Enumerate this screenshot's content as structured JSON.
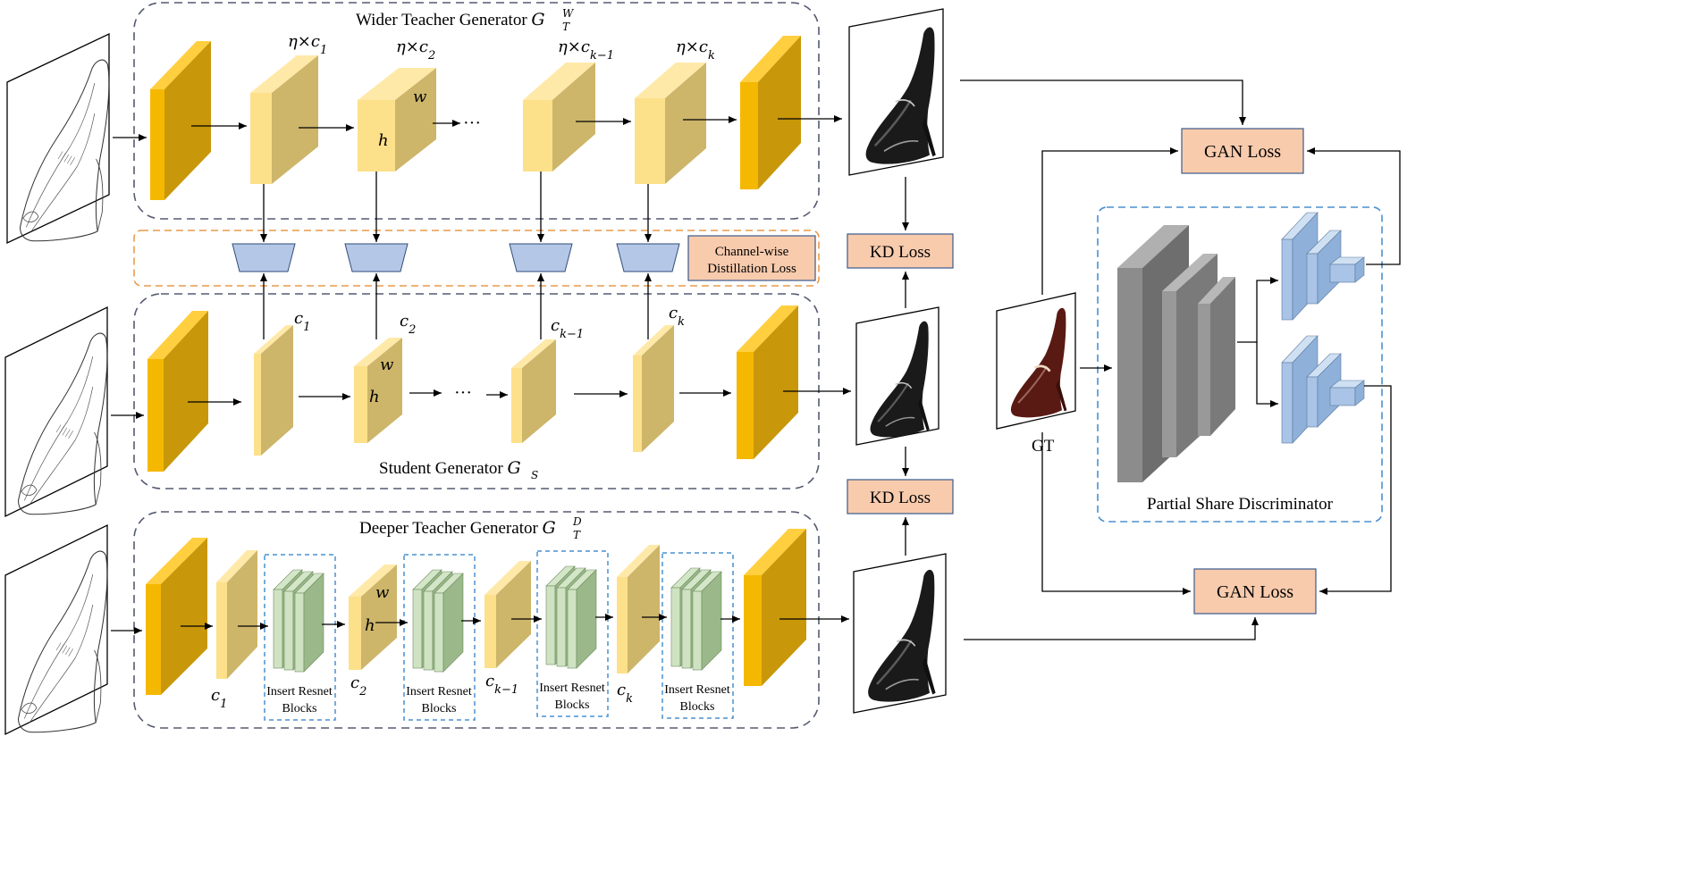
{
  "title_wider_prefix": "Wider Teacher Generator ",
  "title_wider_math": "G",
  "title_wider_sub": "T",
  "title_wider_sup": "W",
  "title_student_prefix": "Student Generator ",
  "title_student_math": "G",
  "title_student_sub": "S",
  "title_deeper_prefix": "Deeper Teacher Generator ",
  "title_deeper_math": "G",
  "title_deeper_sub": "T",
  "title_deeper_sup": "D",
  "wider_channel_labels": [
    {
      "pre": "η×c",
      "sub": "1"
    },
    {
      "pre": "η×c",
      "sub": "2"
    },
    {
      "pre": "η×c",
      "sub": "k−1"
    },
    {
      "pre": "η×c",
      "sub": "k"
    }
  ],
  "student_channel_labels": [
    {
      "pre": "c",
      "sub": "1"
    },
    {
      "pre": "c",
      "sub": "2"
    },
    {
      "pre": "c",
      "sub": "k−1"
    },
    {
      "pre": "c",
      "sub": "k"
    }
  ],
  "deeper_channel_labels": [
    {
      "pre": "c",
      "sub": "1"
    },
    {
      "pre": "c",
      "sub": "2"
    },
    {
      "pre": "c",
      "sub": "k−1"
    },
    {
      "pre": "c",
      "sub": "k"
    }
  ],
  "dim_h": "h",
  "dim_w": "w",
  "ellipsis": "···",
  "channel_distill_line1": "Channel-wise",
  "channel_distill_line2": "Distillation Loss",
  "kd_loss_top": "KD Loss",
  "kd_loss_bottom": "KD Loss",
  "gan_loss_top": "GAN Loss",
  "gan_loss_bottom": "GAN Loss",
  "gt_label": "GT",
  "partial_share_label": "Partial Share Discriminator",
  "insert_resnet_line1": "Insert Resnet",
  "insert_resnet_line2": "Blocks",
  "colors": {
    "dashed_border": "#555a70",
    "orange_dash": "#e99a4c",
    "blue_dash": "#4a90d0",
    "orange_front": "#f5b800",
    "orange_side": "#c8970a",
    "orange_top": "#ffcf40",
    "pale_front": "#fde08a",
    "pale_side": "#cdb56a",
    "pale_top": "#ffe9a8",
    "green_face": "#9ab889",
    "trap_fill": "#b4c7e7",
    "loss_fill": "#f8cbad",
    "gray_front": "#8c8c8c",
    "disc_blue": "#a9c4e6"
  }
}
